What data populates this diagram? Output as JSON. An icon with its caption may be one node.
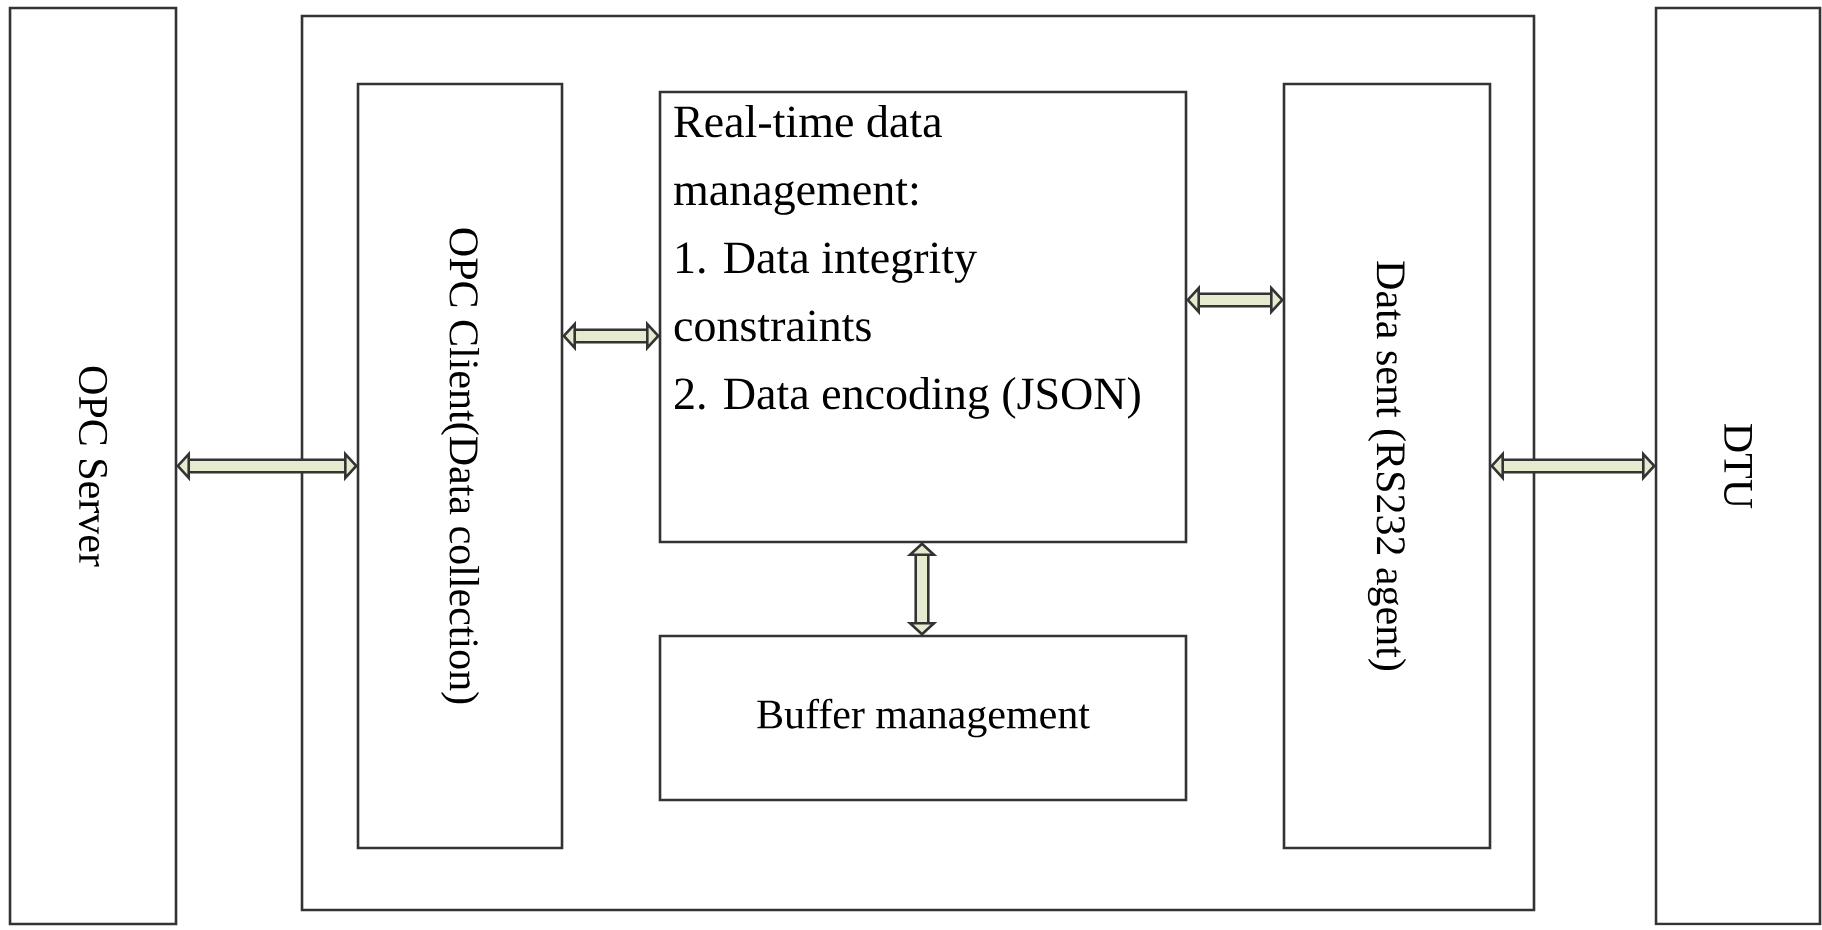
{
  "diagram": {
    "nodes": [
      {
        "text": [
          "OPC Server"
        ]
      },
      {
        "text": [],
        "shape": "box"
      },
      {
        "text": [
          "OPC  Client(Data collection)"
        ],
        "in": 1
      },
      {
        "text": [
          "Real-time data management:",
          "1. Data integrity constraints",
          "2. Data encoding (JSON)"
        ],
        "in": 1
      },
      {
        "text": [
          "Buffer management"
        ],
        "in": 1
      },
      {
        "text": [
          "Data sent (RS232 agent)"
        ],
        "in": 1
      },
      {
        "text": [
          "DTU"
        ]
      }
    ],
    "edges": [
      {
        "from": 0,
        "to": 2,
        "arrow": "both"
      },
      {
        "from": 2,
        "to": 3,
        "arrow": "both"
      },
      {
        "from": 3,
        "to": 5,
        "arrow": "both"
      },
      {
        "from": 3,
        "to": 4,
        "arrow": "both"
      },
      {
        "from": 5,
        "to": 6,
        "arrow": "both"
      }
    ]
  }
}
